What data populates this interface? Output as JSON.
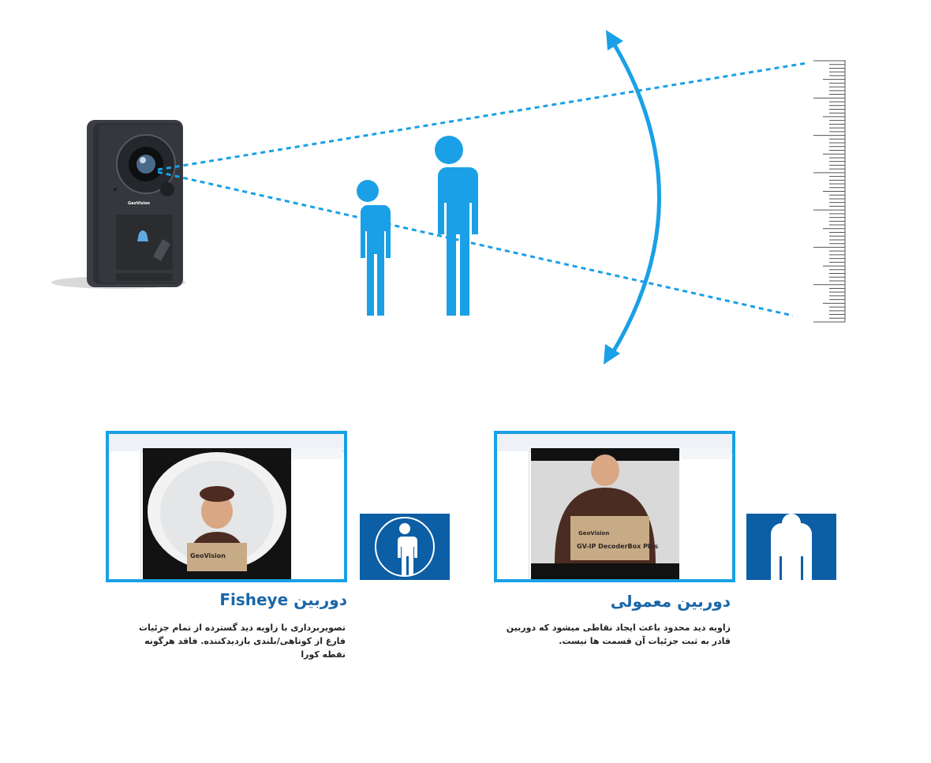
{
  "colors": {
    "accent": "#1aa0e6",
    "badge": "#0c5ea5",
    "title": "#1a66a8",
    "device": "#3a3d42"
  },
  "device": {
    "brand": "GeoVision"
  },
  "panels": [
    {
      "key": "fisheye",
      "title": "دوربین Fisheye",
      "description": "تصویربرداری با زاویه دید گسترده از تمام جزئیات فارغ از کوتاهی/بلندی بازدیدکننده. فاقد هرگونه نقطه کورا",
      "box_text": "GeoVision"
    },
    {
      "key": "normal",
      "title": "دوربین معمولی",
      "description": "زاویه دید محدود باعث ایجاد نقاطی میشود که دوربین قادر به ثبت جزئیات آن قسمت ها نیست.",
      "box_brand": "GeoVision",
      "box_text": "GV-IP DecoderBox Plus"
    }
  ]
}
